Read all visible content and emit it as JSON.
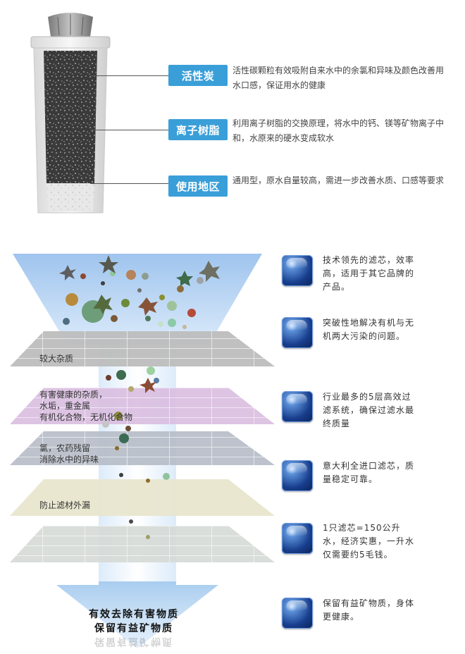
{
  "layers": [
    {
      "tag": "活性炭",
      "desc": "活性碳颗粒有效吸附自来水中的余氯和异味及颜色改善用水口感，保证用水的健康"
    },
    {
      "tag": "离子树脂",
      "desc": "利用离子树脂的交换原理，将水中的钙、镁等矿物离子中和，水原来的硬水变成软水"
    },
    {
      "tag": "使用地区",
      "desc": "通用型，原水自量较高，需进一步改善水质、口感等要求"
    }
  ],
  "stages": [
    {
      "label": "较大杂质"
    },
    {
      "label": "有害健康的杂质，\n水垢，重金属\n有机化合物，无机化合物"
    },
    {
      "label": "氯，农药残留\n消除水中的异味"
    },
    {
      "label": "防止滤材外漏"
    }
  ],
  "result": {
    "line1": "有效去除有害物质",
    "line2": "保留有益矿物质"
  },
  "features": [
    {
      "icon": "blue-gem-icon",
      "text": "技术领先的滤芯，效率高，适用于其它品牌的产品。"
    },
    {
      "icon": "blue-gem-icon",
      "text": "突破性地解决有机与无机两大污染的问题。"
    },
    {
      "icon": "blue-gem-icon",
      "text": "行业最多的5层高效过滤系统，确保过滤水最终质量"
    },
    {
      "icon": "blue-gem-icon",
      "text": "意大利全进口滤芯，质量稳定可靠。"
    },
    {
      "icon": "blue-gem-icon",
      "text": "1只滤芯=150公升水，经济实惠，一升水仅需要约5毛钱。"
    },
    {
      "icon": "blue-gem-icon",
      "text": "保留有益矿物质，身体更健康。"
    }
  ],
  "colors": {
    "tag_blue": "#3a9fd8",
    "funnel_blue": "#bcd6f3",
    "icon_blue": "#173d8c"
  }
}
